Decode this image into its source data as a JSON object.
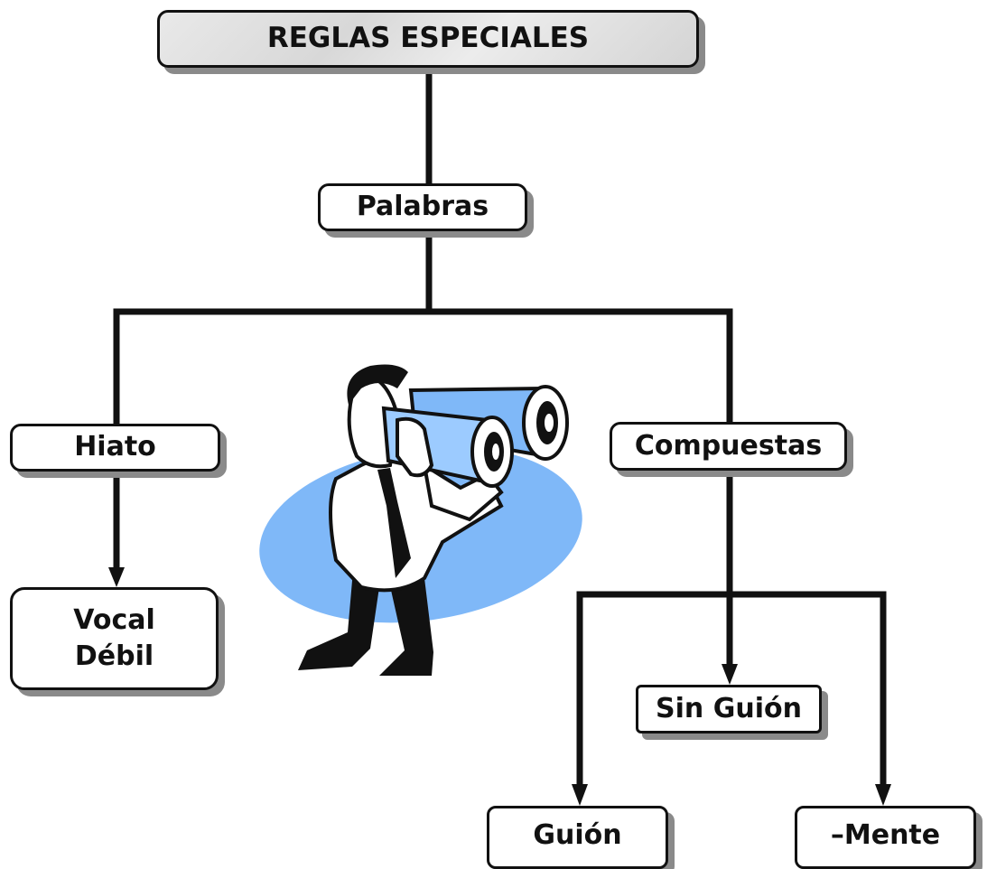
{
  "title": "REGLAS ESPECIALES",
  "nodes": {
    "palabras": "Palabras",
    "hiato": "Hiato",
    "compuestas": "Compuestas",
    "vocal_line1": "Vocal",
    "vocal_line2": "Débil",
    "sin_guion": "Sin Guión",
    "guion": "Guión",
    "mente": "–Mente"
  },
  "colors": {
    "line": "#111111",
    "shadow": "#8a8a8a",
    "ellipse": "#7fb8f8",
    "title_fill": "#dedede"
  },
  "illustration": "man-with-binoculars"
}
